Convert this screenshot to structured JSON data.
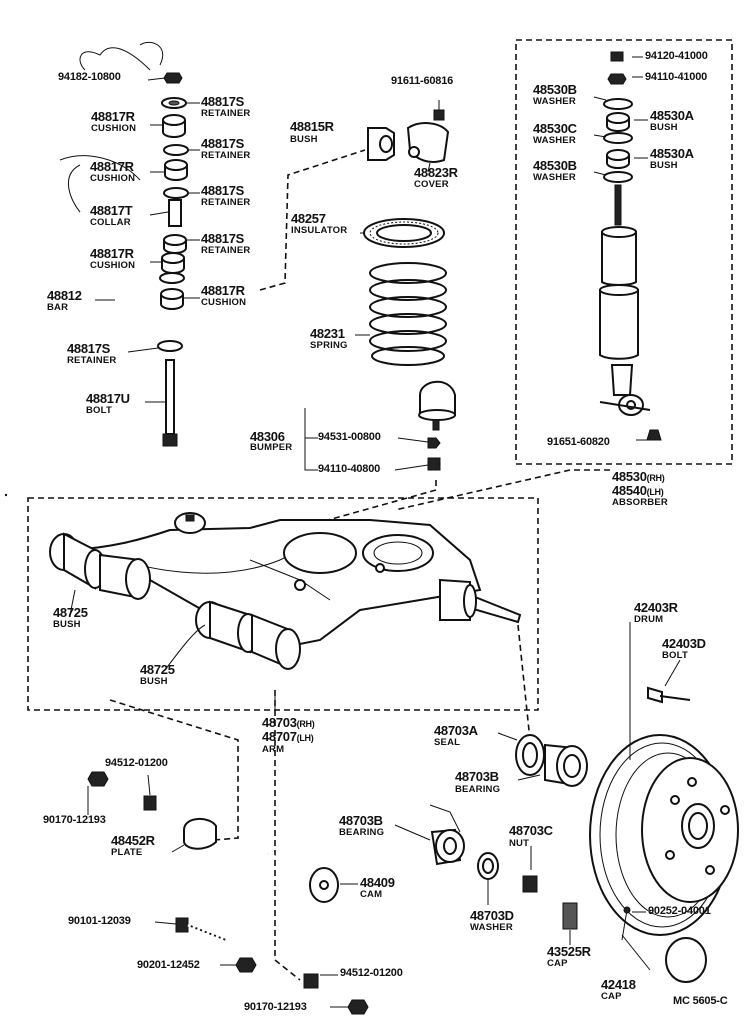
{
  "labels": {
    "p94182": "94182-10800",
    "p48817S_1": "48817S",
    "n48817S_1": "RETAINER",
    "p48817R_1": "48817R",
    "n48817R_1": "CUSHION",
    "p48817S_2": "48817S",
    "n48817S_2": "RETAINER",
    "p48817R_2": "48817R",
    "n48817R_2": "CUSHION",
    "p48817S_3": "48817S",
    "n48817S_3": "RETAINER",
    "p48817T": "48817T",
    "n48817T": "COLLAR",
    "p48817S_4": "48817S",
    "n48817S_4": "RETAINER",
    "p48817R_3": "48817R",
    "n48817R_3": "CUSHION",
    "p48817R_4": "48817R",
    "n48817R_4": "CUSHION",
    "p48812": "48812",
    "n48812": "BAR",
    "p48817S_5": "48817S",
    "n48817S_5": "RETAINER",
    "p48817U": "48817U",
    "n48817U": "BOLT",
    "p91611": "91611-60816",
    "p48815R": "48815R",
    "n48815R": "BUSH",
    "p48823R": "48823R",
    "n48823R": "COVER",
    "p48257": "48257",
    "n48257": "INSULATOR",
    "p48231": "48231",
    "n48231": "SPRING",
    "p48306": "48306",
    "n48306": "BUMPER",
    "p94531": "94531-00800",
    "p94110_40800": "94110-40800",
    "p94120": "94120-41000",
    "p94110_41000": "94110-41000",
    "p48530B_1": "48530B",
    "n48530B_1": "WASHER",
    "p48530A_1": "48530A",
    "n48530A_1": "BUSH",
    "p48530C": "48530C",
    "n48530C": "WASHER",
    "p48530B_2": "48530B",
    "n48530B_2": "WASHER",
    "p48530A_2": "48530A",
    "n48530A_2": "BUSH",
    "p91651": "91651-60820",
    "p48530": "48530",
    "s48530": "(RH)",
    "p48540": "48540",
    "s48540": "(LH)",
    "n48530": "ABSORBER",
    "p48725_1": "48725",
    "n48725_1": "BUSH",
    "p48725_2": "48725",
    "n48725_2": "BUSH",
    "p48703": "48703",
    "s48703": "(RH)",
    "p48707": "48707",
    "s48707": "(LH)",
    "n48703": "ARM",
    "p42403R": "42403R",
    "n42403R": "DRUM",
    "p42403D": "42403D",
    "n42403D": "BOLT",
    "p48703A": "48703A",
    "n48703A": "SEAL",
    "p48703B_1": "48703B",
    "n48703B_1": "BEARING",
    "p94512_1": "94512-01200",
    "p90170_1": "90170-12193",
    "p48452R": "48452R",
    "n48452R": "PLATE",
    "p48703B_2": "48703B",
    "n48703B_2": "BEARING",
    "p48703C": "48703C",
    "n48703C": "NUT",
    "p48409": "48409",
    "n48409": "CAM",
    "p48703D": "48703D",
    "n48703D": "WASHER",
    "p90101": "90101-12039",
    "p90252": "90252-04001",
    "p43525R": "43525R",
    "n43525R": "CAP",
    "p90201": "90201-12452",
    "p94512_2": "94512-01200",
    "p42418": "42418",
    "n42418": "CAP",
    "p90170_2": "90170-12193",
    "code": "MC 5605-C"
  }
}
